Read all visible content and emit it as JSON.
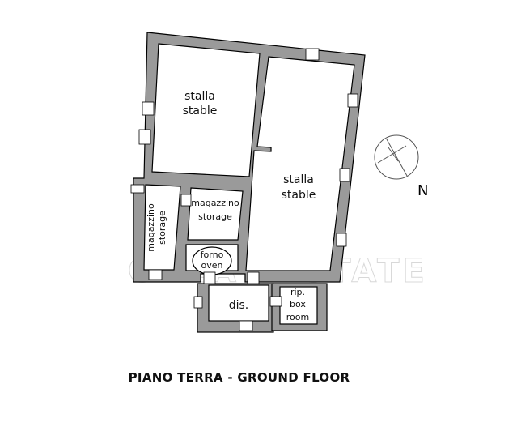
{
  "rooms": {
    "stable_nw": {
      "it": "stalla",
      "en": "stable"
    },
    "stable_e": {
      "it": "stalla",
      "en": "stable"
    },
    "storage_w": {
      "it": "magazzino",
      "en": "storage"
    },
    "storage_c": {
      "it": "magazzino",
      "en": "storage"
    },
    "oven": {
      "it": "forno",
      "en": "oven"
    },
    "dis": {
      "label": "dis."
    },
    "box_room": {
      "line1": "rip.",
      "line2": "box",
      "line3": "room"
    }
  },
  "compass": {
    "label": "N"
  },
  "watermark": "GREAT ESTATE",
  "caption": "PIANO TERRA - GROUND FLOOR"
}
